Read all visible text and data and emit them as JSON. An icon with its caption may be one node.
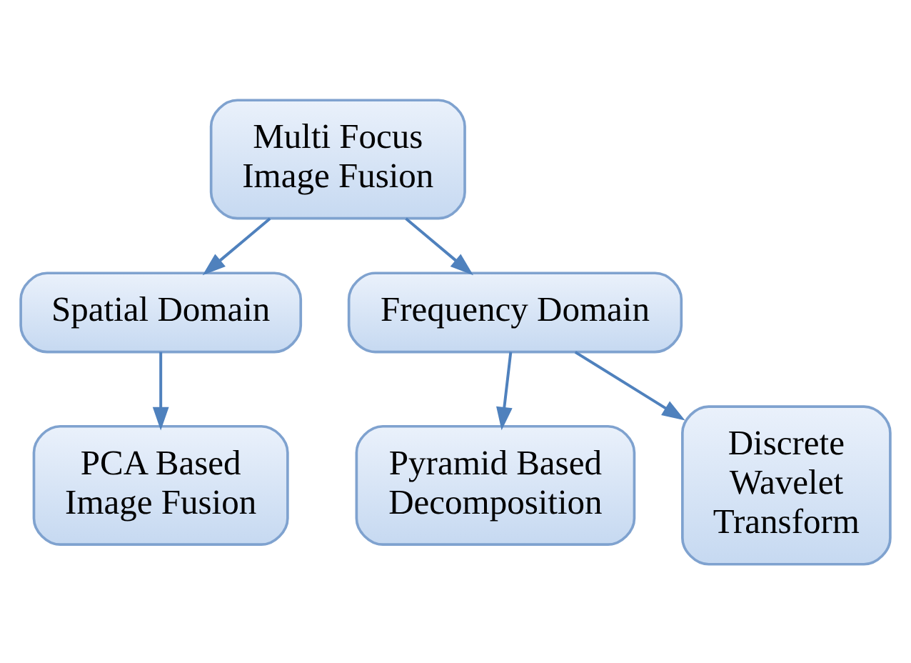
{
  "diagram": {
    "nodes": [
      {
        "text": [
          "Multi Focus Image Fusion"
        ]
      },
      {
        "text": [
          "Spatial Domain"
        ]
      },
      {
        "text": [
          "Frequency Domain"
        ]
      },
      {
        "text": [
          "PCA Based Image Fusion"
        ]
      },
      {
        "text": [
          "Pyramid Based Decomposition"
        ]
      },
      {
        "text": [
          "Discrete Wavelet Transform"
        ]
      }
    ],
    "edges": [
      {
        "from": 0,
        "to": 1,
        "arrow": "to"
      },
      {
        "from": 0,
        "to": 2,
        "arrow": "to"
      },
      {
        "from": 1,
        "to": 3,
        "arrow": "to"
      },
      {
        "from": 2,
        "to": 4,
        "arrow": "to"
      },
      {
        "from": 2,
        "to": 5,
        "arrow": "to"
      }
    ]
  }
}
